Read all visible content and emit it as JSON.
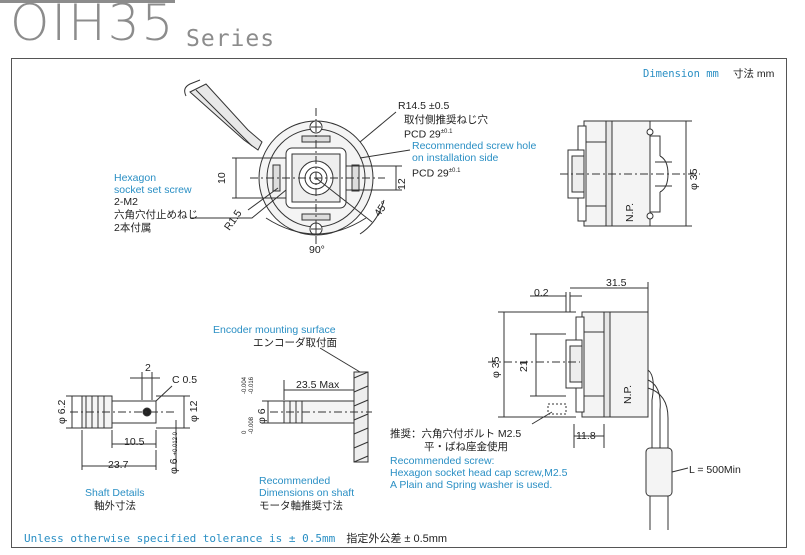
{
  "series": {
    "model": "OIH35",
    "suffix": "Series"
  },
  "units": {
    "en": "Dimension mm",
    "ja": "寸法 mm"
  },
  "front_view": {
    "r_label": "R14.5 ±0.5",
    "screw_hole_ja": "取付側推奨ねじ穴",
    "pcd1": "PCD 29",
    "pcd1_tol": "±0.1",
    "screw_hole_en_line1": "Recommended screw hole",
    "screw_hole_en_line2": "on installation side",
    "pcd2": "PCD 29",
    "pcd2_tol": "±0.1",
    "hex_en_line1": "Hexagon",
    "hex_en_line2": "socket set screw",
    "hex_size": "2-M2",
    "hex_ja_line1": "六角穴付止めねじ",
    "hex_ja_line2": "2本付属",
    "dim_10": "10",
    "dim_r15": "R1.5",
    "dim_12": "12",
    "dim_45": "45°",
    "dim_90": "90°"
  },
  "side_view_top": {
    "dim_35": "φ 35",
    "np": "N.P."
  },
  "side_view_bottom": {
    "dim_02": "0.2",
    "dim_315": "31.5",
    "dim_35": "φ 35",
    "dim_21": "21",
    "np": "N.P.",
    "dim_118": "11.8",
    "cable_length": "L = 500Min"
  },
  "recommended_screw": {
    "ja_line1": "推奨：六角穴付ボルト M2.5",
    "ja_line2": "平・ばね座金使用",
    "en_line1": "Recommended screw:",
    "en_line2": "Hexagon socket head cap screw,M2.5",
    "en_line3": "A Plain and Spring washer is used."
  },
  "shaft_details": {
    "dim_2": "2",
    "dim_c05": "C 0.5",
    "dim_62": "φ 6.2",
    "dim_12": "φ 12",
    "dim_105": "10.5",
    "dim_237": "23.7",
    "dim_6": "φ 6",
    "dim_6_tol": "+0.012 0",
    "label_en": "Shaft Details",
    "label_ja": "軸外寸法"
  },
  "mounting": {
    "surface_en": "Encoder mounting surface",
    "surface_ja": "エンコーダ取付面",
    "dim_235": "23.5 Max",
    "dim_6": "φ 6",
    "dim_6_tol1": "-0.004",
    "dim_6_tol2": "-0.016",
    "dim_6_tol3": "0",
    "dim_6_tol4": "-0.008",
    "label_en_line1": "Recommended",
    "label_en_line2": "Dimensions on shaft",
    "label_ja": "モータ軸推奨寸法"
  },
  "footer": {
    "en": "Unless otherwise specified tolerance is ± 0.5mm",
    "ja": "指定外公差 ± 0.5mm"
  }
}
